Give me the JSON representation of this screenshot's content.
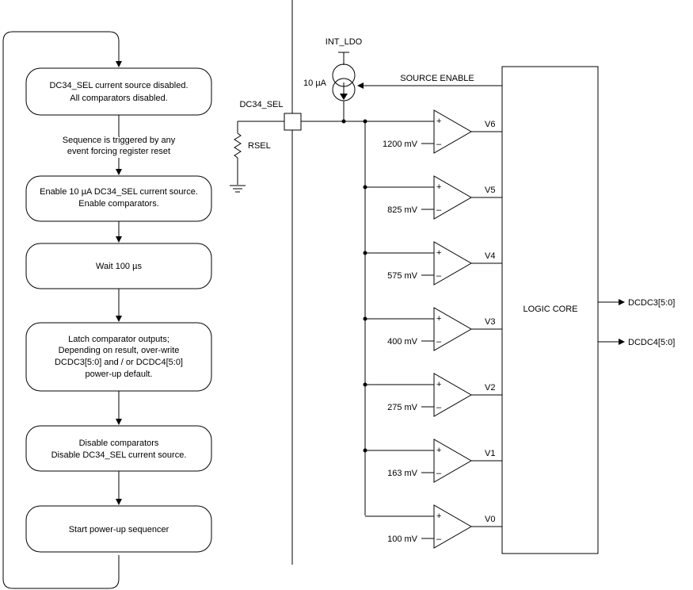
{
  "flow": {
    "steps": [
      {
        "line1": "DC34_SEL current source disabled.",
        "line2": "All comparators disabled."
      },
      {
        "line1": "Enable 10 µA DC34_SEL current source.",
        "line2": "Enable comparators."
      },
      {
        "line1": "Wait 100 µs"
      },
      {
        "line1": "Latch comparator outputs;",
        "line2": "Depending on result, over-write",
        "line3": "DCDC3[5:0] and / or DCDC4[5:0]",
        "line4": "power-up default."
      },
      {
        "line1": "Disable comparators",
        "line2": "Disable DC34_SEL current source."
      },
      {
        "line1": "Start power-up sequencer"
      }
    ],
    "trigger_line1": "Sequence is triggered by any",
    "trigger_line2": "event forcing register reset"
  },
  "circuit": {
    "int_ldo": "INT_LDO",
    "current": "10 µA",
    "pin": "DC34_SEL",
    "resistor": "RSEL",
    "source_enable": "SOURCE ENABLE",
    "logic_core": "LOGIC CORE",
    "outputs": [
      "DCDC3[5:0]",
      "DCDC4[5:0]"
    ],
    "comparators": [
      {
        "name": "V6",
        "ref": "1200 mV"
      },
      {
        "name": "V5",
        "ref": "825 mV"
      },
      {
        "name": "V4",
        "ref": "575 mV"
      },
      {
        "name": "V3",
        "ref": "400 mV"
      },
      {
        "name": "V2",
        "ref": "275 mV"
      },
      {
        "name": "V1",
        "ref": "163 mV"
      },
      {
        "name": "V0",
        "ref": "100 mV"
      }
    ]
  }
}
